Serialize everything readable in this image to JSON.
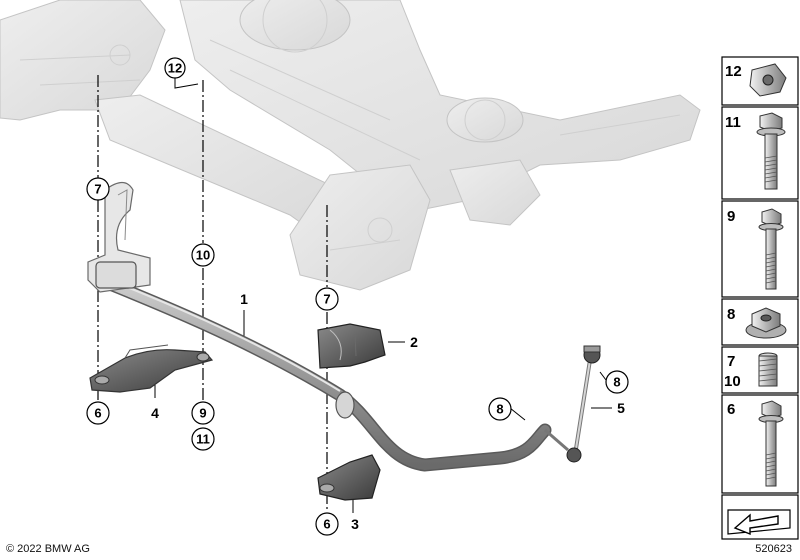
{
  "callouts": {
    "c12": "12",
    "c7_top": "7",
    "c10": "10",
    "c1": "1",
    "c7_mid": "7",
    "c2": "2",
    "c6_left": "6",
    "c4": "4",
    "c9": "9",
    "c11": "11",
    "c8_link": "8",
    "c8_bar": "8",
    "c5": "5",
    "c6_bottom": "6",
    "c3": "3"
  },
  "sidebar": {
    "items": [
      {
        "label": "12"
      },
      {
        "label": "11"
      },
      {
        "label": "9"
      },
      {
        "label": "8"
      },
      {
        "label": "7",
        "label2": "10"
      },
      {
        "label": "6"
      }
    ]
  },
  "footer": {
    "copyright": "© 2022 BMW AG",
    "diagram_id": "520623"
  }
}
